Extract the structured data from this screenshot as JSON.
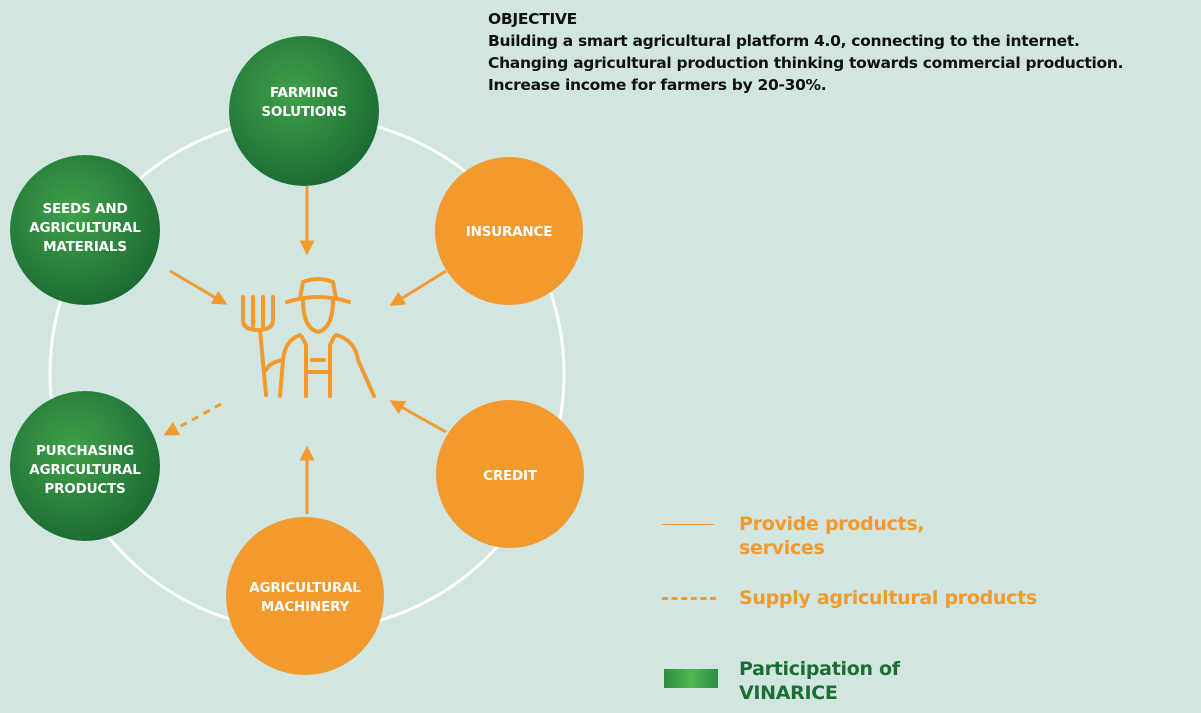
{
  "objective": {
    "heading": "OBJECTIVE",
    "lines": [
      "Building a smart agricultural platform 4.0, connecting to the internet.",
      "Changing agricultural production thinking towards commercial production.",
      "Increase income for farmers by 20-30%."
    ]
  },
  "nodes": {
    "farming_solutions": [
      "FARMING",
      "SOLUTIONS"
    ],
    "insurance": [
      "INSURANCE"
    ],
    "credit": [
      "CREDIT"
    ],
    "agricultural_machinery": [
      "AGRICULTURAL",
      "MACHINERY"
    ],
    "purchasing_agricultural_products": [
      "PURCHASING",
      "AGRICULTURAL",
      "PRODUCTS"
    ],
    "seeds_and_agricultural_materials": [
      "SEEDS AND",
      "AGRICULTURAL",
      "MATERIALS"
    ]
  },
  "legend": {
    "provide_line1": "Provide products,",
    "provide_line2": "services",
    "supply": "Supply agricultural products",
    "participation_line1": "Participation of",
    "participation_line2": "VINARICE"
  },
  "colors": {
    "background": "#d2e6e1",
    "green_dark": "#1d6e35",
    "green_light": "#4fb84f",
    "orange": "#f29a2e",
    "ring": "#ffffff"
  },
  "icons": {
    "center": "farmer-with-pitchfork-icon"
  }
}
